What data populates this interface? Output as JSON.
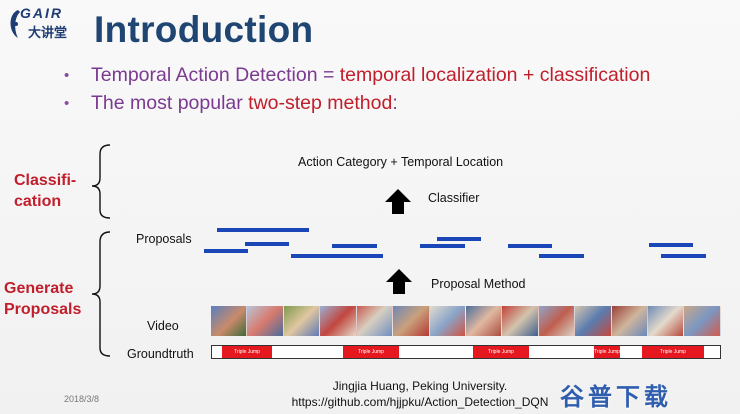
{
  "logo": {
    "brand": "GAIR",
    "cn": "大讲堂"
  },
  "title": "Introduction",
  "bullets": [
    {
      "prefix": "Temporal Action Detection = ",
      "highlight": "temporal localization + classification",
      "suffix": ""
    },
    {
      "prefix": "The most popular ",
      "highlight": "two-step method",
      "suffix": ":"
    }
  ],
  "side_labels": {
    "classification": [
      "Classifi-",
      "cation"
    ],
    "generate": [
      "Generate",
      "Proposals"
    ]
  },
  "diagram": {
    "action_text": "Action Category + Temporal Location",
    "classifier": "Classifier",
    "proposals": "Proposals",
    "proposal_method": "Proposal Method",
    "video": "Video",
    "groundtruth": "Groundtruth",
    "groundtruth_segments": [
      "Triple Jump",
      "Triple Jump",
      "Triple Jump",
      "Triple Jump",
      "Triple Jump"
    ]
  },
  "footer": {
    "date": "2018/3/8",
    "author": "Jingjia Huang, Peking University.",
    "url": "https://github.com/hjjpku/Action_Detection_DQN",
    "watermark": "谷普下载"
  },
  "colors": {
    "title": "#1f4673",
    "bullet": "#7a3a90",
    "accent_red": "#c11e2c",
    "proposal_bar": "#1b46b8",
    "groundtruth": "#e4181e"
  }
}
